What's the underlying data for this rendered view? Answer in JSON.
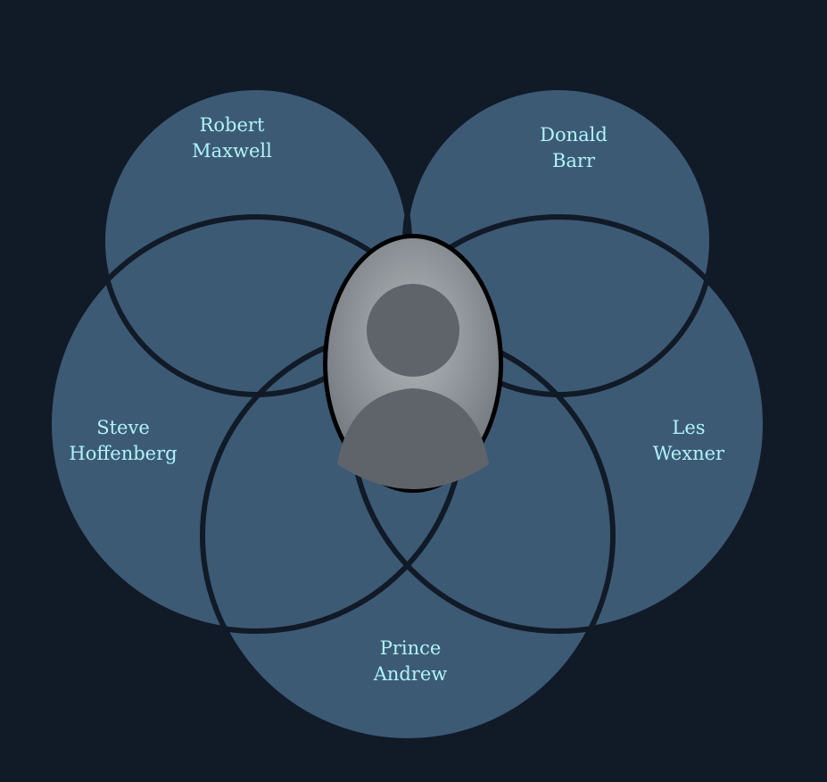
{
  "colors": {
    "background": "#111a27",
    "circle_fill": "#3d5a75",
    "circle_stroke": "#111a27",
    "label_text": "#aef4f8",
    "photo_placeholder": "#8a8f95"
  },
  "sets": [
    {
      "id": "top-left",
      "label": "Robert\nMaxwell"
    },
    {
      "id": "top-right",
      "label": "Donald\nBarr"
    },
    {
      "id": "left",
      "label": "Steve\nHoffenberg"
    },
    {
      "id": "right",
      "label": "Les\nWexner"
    },
    {
      "id": "bottom",
      "label": "Prince\nAndrew"
    }
  ],
  "center": {
    "icon": "person-photo-placeholder-icon",
    "label": ""
  }
}
